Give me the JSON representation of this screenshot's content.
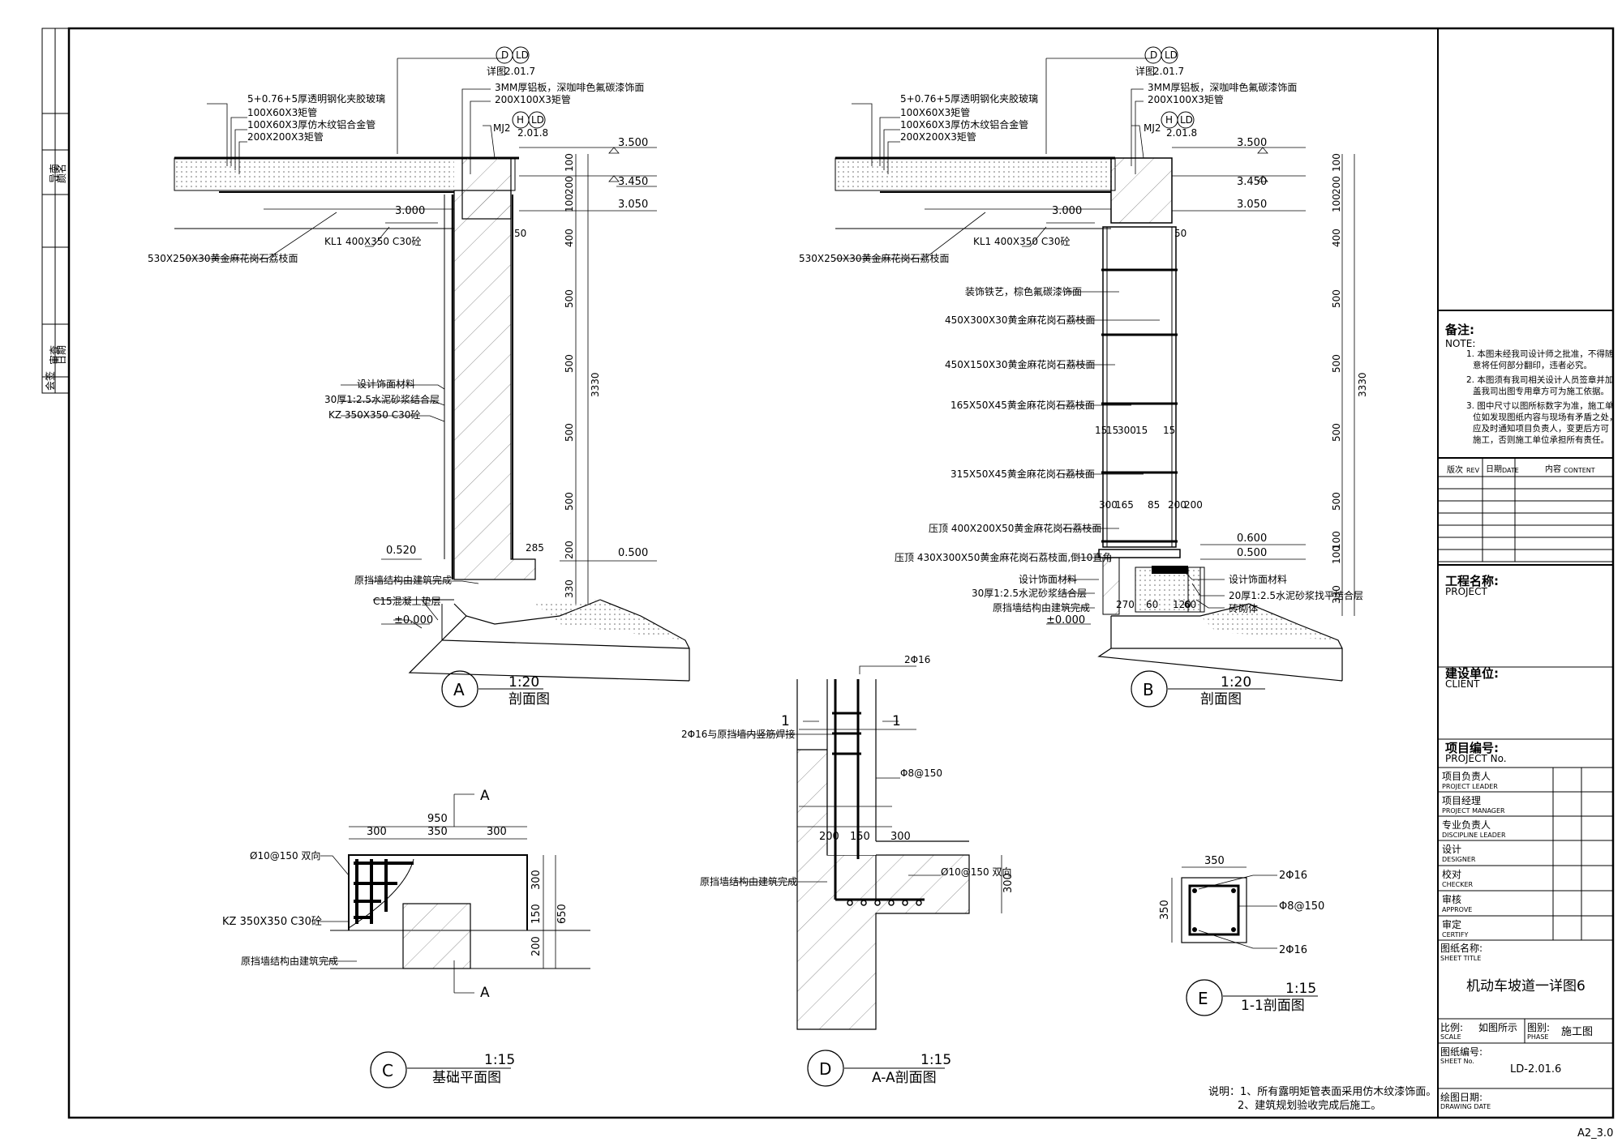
{
  "sheet_id_corner": "A2_3.0",
  "left_strip": {
    "a": "导南",
    "b": "颜名",
    "c": "审查",
    "d": "日期",
    "e": "会签"
  },
  "views": {
    "A": {
      "letter": "A",
      "scale": "1:20",
      "title": "剖面图",
      "callouts": [
        "5+0.76+5厚透明钢化夹胶玻璃",
        "100X60X3矩管",
        "100X60X3厚仿木纹铝合金管",
        "200X200X3矩管",
        "530X250X30黄金麻花岗石荔枝面",
        "KL1 400X350 C30砼",
        "设计饰面材料",
        "30厚1:2.5水泥砂浆结合层",
        "KZ 350X350 C30砼",
        "原挡墙结构由建筑完成",
        "C15混凝土垫层",
        "3MM厚铝板，深咖啡色氟碳漆饰面",
        "200X100X3矩管",
        "MJ2",
        "详图"
      ],
      "detail_ref_top": {
        "a": "D",
        "b": "LD",
        "c": "2.01.7"
      },
      "detail_ref_mj": {
        "a": "H",
        "b": "LD",
        "c": "2.01.8"
      },
      "levels": [
        "3.500",
        "3.450",
        "3.050",
        "3.000",
        "0.520",
        "0.500",
        "±0.000"
      ],
      "dims": [
        "100",
        "200",
        "100",
        "400",
        "500",
        "500",
        "500",
        "500",
        "200",
        "330",
        "3330",
        "50",
        "285"
      ]
    },
    "B": {
      "letter": "B",
      "scale": "1:20",
      "title": "剖面图",
      "callouts": [
        "5+0.76+5厚透明钢化夹胶玻璃",
        "100X60X3矩管",
        "100X60X3厚仿木纹铝合金管",
        "200X200X3矩管",
        "530X250X30黄金麻花岗石荔枝面",
        "KL1 400X350 C30砼",
        "装饰铁艺，棕色氟碳漆饰面",
        "450X300X30黄金麻花岗石荔枝面",
        "450X150X30黄金麻花岗石荔枝面",
        "165X50X45黄金麻花岗石荔枝面",
        "315X50X45黄金麻花岗石荔枝面",
        "压顶 400X200X50黄金麻花岗石荔枝面",
        "压顶 430X300X50黄金麻花岗石荔枝面,倒10直角",
        "设计饰面材料",
        "30厚1:2.5水泥砂浆结合层",
        "原挡墙结构由建筑完成",
        "3MM厚铝板，深咖啡色氟碳漆饰面",
        "200X100X3矩管",
        "MJ2",
        "详图",
        "设计饰面材料",
        "20厚1:2.5水泥砂浆找平结合层",
        "砖砌体"
      ],
      "levels": [
        "3.500",
        "3.450",
        "3.050",
        "3.000",
        "0.600",
        "0.500",
        "±0.000"
      ],
      "dims": [
        "100",
        "200",
        "100",
        "400",
        "500",
        "500",
        "500",
        "500",
        "100",
        "100",
        "330",
        "3330",
        "50",
        "15",
        "15",
        "300",
        "15",
        "15",
        "300",
        "165",
        "85",
        "200",
        "200",
        "270",
        "60",
        "120",
        "60"
      ]
    },
    "C": {
      "letter": "C",
      "scale": "1:15",
      "title": "基础平面图",
      "callouts": [
        "Ø10@150  双向",
        "KZ 350X350 C30砼",
        "原挡墙结构由建筑完成"
      ],
      "dims": [
        "950",
        "300",
        "350",
        "300",
        "300",
        "150",
        "200",
        "650"
      ],
      "cut": "A"
    },
    "D": {
      "letter": "D",
      "scale": "1:15",
      "title": "A-A剖面图",
      "callouts": [
        "2Φ16",
        "2Φ16与原挡墙内竖筋焊接",
        "Φ8@150",
        "原挡墙结构由建筑完成",
        "Ø10@150  双向"
      ],
      "dims": [
        "200",
        "150",
        "300",
        "300"
      ],
      "cut": "1"
    },
    "E": {
      "letter": "E",
      "scale": "1:15",
      "title": "1-1剖面图",
      "callouts": [
        "2Φ16",
        "Φ8@150",
        "2Φ16"
      ],
      "dims": [
        "350",
        "350"
      ]
    }
  },
  "notes_bottom": [
    "说明：1、所有露明矩管表面采用仿木纹漆饰面。",
    "2、建筑规划验收完成后施工。"
  ],
  "title_block": {
    "notes_title": "备注:",
    "notes_title_en": "NOTE:",
    "notes": [
      "1. 本图未经我司设计师之批准，不得随",
      "意将任何部分翻印，违者必究。",
      "2. 本图须有我司相关设计人员签章并加",
      "盖我司出图专用章方可为施工依据。",
      "3. 图中尺寸以图所标数字为准，施工单",
      "位如发现图纸内容与现场有矛盾之处，",
      "应及时通知项目负责人，变更后方可",
      "施工，否则施工单位承担所有责任。"
    ],
    "rev_headers": [
      "版次",
      "REV",
      "日期",
      "DATE",
      "内容",
      "CONTENT"
    ],
    "project": {
      "cn": "工程名称:",
      "en": "PROJECT"
    },
    "client": {
      "cn": "建设单位:",
      "en": "CLIENT"
    },
    "project_no": {
      "cn": "项目编号:",
      "en": "PROJECT No."
    },
    "roles": [
      {
        "cn": "项目负责人",
        "en": "PROJECT LEADER"
      },
      {
        "cn": "项目经理",
        "en": "PROJECT MANAGER"
      },
      {
        "cn": "专业负责人",
        "en": "DISCIPLINE LEADER"
      },
      {
        "cn": "设计",
        "en": "DESIGNER"
      },
      {
        "cn": "校对",
        "en": "CHECKER"
      },
      {
        "cn": "审核",
        "en": "APPROVE"
      },
      {
        "cn": "审定",
        "en": "CERTIFY"
      }
    ],
    "sheet_title": {
      "cn": "图纸名称:",
      "en": "SHEET TITLE",
      "value": "机动车坡道一详图6"
    },
    "scale": {
      "cn": "比例:",
      "en": "SCALE",
      "value": "如图所示"
    },
    "phase": {
      "cn": "图别:",
      "en": "PHASE",
      "value": "施工图"
    },
    "sheet_no": {
      "cn": "图纸编号:",
      "en": "SHEET No.",
      "value": "LD-2.01.6"
    },
    "date": {
      "cn": "绘图日期:",
      "en": "DRAWING DATE"
    }
  }
}
